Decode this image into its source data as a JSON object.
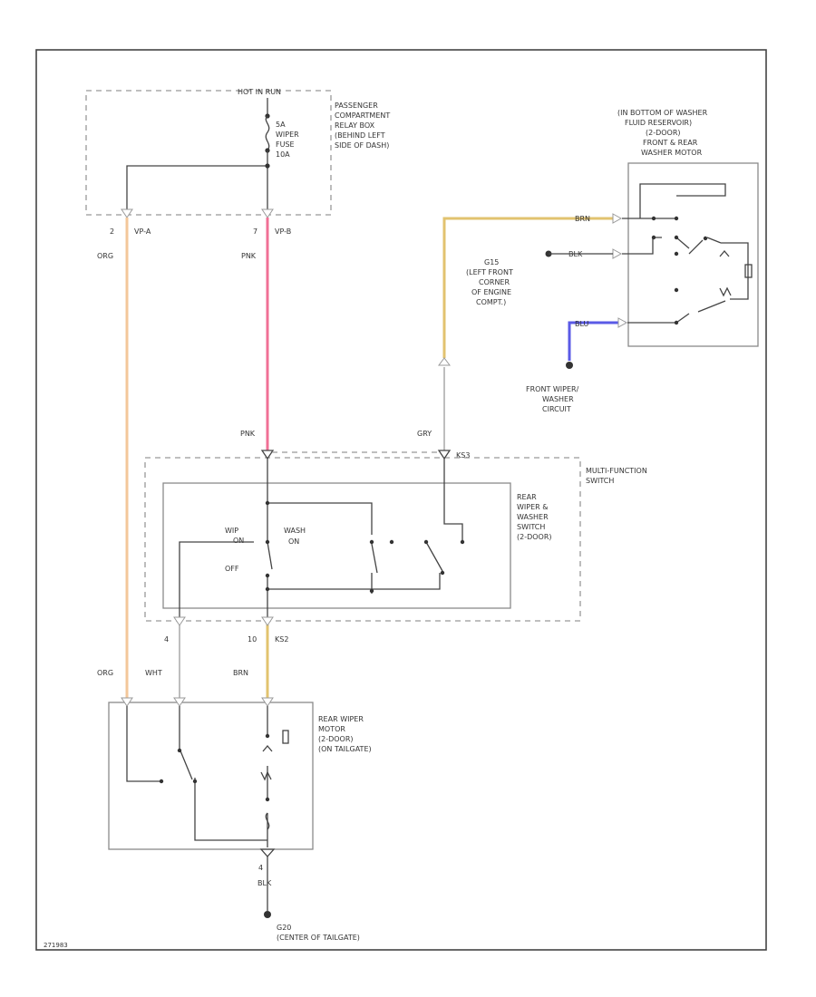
{
  "colors": {
    "orange_wire": "#f3c79a",
    "pink_wire": "#f07096",
    "yellow_wire": "#e2c36f",
    "blue_wire": "#5a5ae6",
    "gray_wire": "#c7c7c7",
    "frame": "#444444"
  },
  "fuse_block": {
    "hot": "HOT IN RUN",
    "fuse_lines": [
      "5A",
      "WIPER",
      "FUSE",
      "10A"
    ],
    "location_lines": [
      "PASSENGER",
      "COMPARTMENT",
      "RELAY BOX",
      "(BEHIND LEFT",
      "SIDE OF DASH)"
    ],
    "pin_left": "2",
    "conn_left": "VP-A",
    "pin_right": "7",
    "conn_right": "VP-B"
  },
  "washer_motor": {
    "location_lines": [
      "(IN BOTTOM OF WASHER",
      "FLUID RESERVOIR)",
      "(2-DOOR)",
      "FRONT & REAR",
      "WASHER MOTOR"
    ],
    "wire_top": "BRN",
    "wire_mid": "BLK",
    "wire_bottom": "BLU"
  },
  "ground_g15": {
    "lines": [
      "G15",
      "(LEFT FRONT",
      "CORNER",
      "OF ENGINE",
      "COMPT.)"
    ]
  },
  "front_circuit": {
    "lines": [
      "FRONT WIPER/",
      "WASHER",
      "CIRCUIT"
    ]
  },
  "wire_labels": {
    "org_top": "ORG",
    "pnk_top": "PNK",
    "pnk_mid": "PNK",
    "gry": "GRY",
    "conn_ks3": "KS3",
    "org_bottom": "ORG",
    "wht": "WHT",
    "brn": "BRN",
    "blk": "BLK"
  },
  "multifunction": {
    "label_lines": [
      "MULTI-FUNCTION",
      "SWITCH"
    ],
    "switch_lines": [
      "REAR",
      "WIPER &",
      "WASHER",
      "SWITCH",
      "(2-DOOR)"
    ],
    "wip": "WIP",
    "on": "ON",
    "wash": "WASH",
    "off": "OFF",
    "pin_left": "4",
    "pin_right": "10",
    "conn": "KS2"
  },
  "rear_motor": {
    "lines": [
      "REAR WIPER",
      "MOTOR",
      "(2-DOOR)",
      "(ON TAILGATE)"
    ],
    "ground_pin": "4"
  },
  "ground_g20": {
    "lines": [
      "G20",
      "(CENTER OF TAILGATE)"
    ]
  },
  "diagram_code": "271983"
}
